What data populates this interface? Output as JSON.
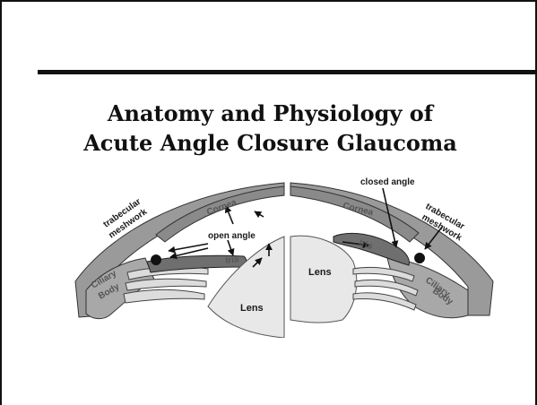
{
  "slide": {
    "title_line1": "Anatomy and Physiology of",
    "title_line2": "Acute Angle Closure  Glaucoma"
  },
  "figure": {
    "left_panel": {
      "cornea": "Cornea",
      "trabecular_line1": "trabecular",
      "trabecular_line2": "meshwork",
      "open_angle": "open angle",
      "iris": "Iris",
      "ciliary_line1": "Ciliary",
      "ciliary_line2": "Body",
      "lens": "Lens"
    },
    "right_panel": {
      "closed_angle": "closed angle",
      "cornea": "Cornea",
      "trabecular_line1": "trabecular",
      "trabecular_line2": "meshwork",
      "iris": "Iris",
      "ciliary_line1": "Ciliary",
      "ciliary_line2": "Body",
      "lens": "Lens"
    }
  }
}
